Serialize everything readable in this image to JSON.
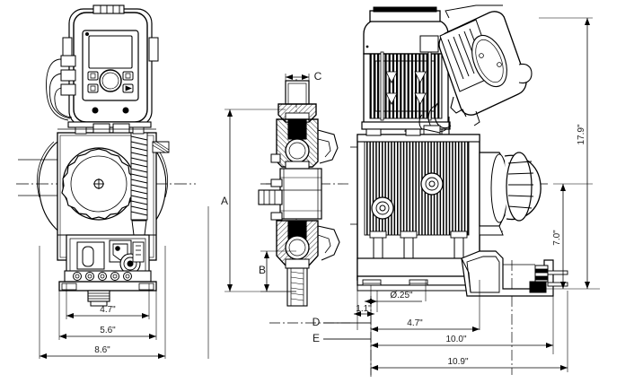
{
  "drawing": {
    "title": "Metering Pump Dimensional Drawing",
    "type": "orthographic-technical-drawing",
    "views": [
      {
        "name": "front-view",
        "position": "left"
      },
      {
        "name": "section-view",
        "position": "center"
      },
      {
        "name": "side-view",
        "position": "right"
      }
    ],
    "line_color": "#000000",
    "text_color": "#1b1b1b",
    "background": "#ffffff"
  },
  "dimensions": {
    "front_view": [
      {
        "id": "front-dim-1",
        "label": "4.7\"",
        "orientation": "horizontal"
      },
      {
        "id": "front-dim-2",
        "label": "5.6\"",
        "orientation": "horizontal"
      },
      {
        "id": "front-dim-3",
        "label": "8.6\"",
        "orientation": "horizontal"
      }
    ],
    "section_view": [
      {
        "id": "section-dim-a",
        "label": "A",
        "orientation": "vertical"
      },
      {
        "id": "section-dim-b",
        "label": "B",
        "orientation": "vertical"
      },
      {
        "id": "section-dim-c",
        "label": "C",
        "orientation": "horizontal"
      }
    ],
    "side_view": [
      {
        "id": "side-dim-height-total",
        "label": "17.9\"",
        "orientation": "vertical-rotated"
      },
      {
        "id": "side-dim-height-mid",
        "label": "7.0\"",
        "orientation": "vertical-rotated"
      },
      {
        "id": "side-dim-hole",
        "label": "Ø.25\"",
        "orientation": "horizontal"
      },
      {
        "id": "side-dim-small",
        "label": "1.1\"",
        "orientation": "horizontal"
      },
      {
        "id": "side-dim-d",
        "label": "D",
        "orientation": "horizontal"
      },
      {
        "id": "side-dim-e",
        "label": "E",
        "orientation": "horizontal"
      },
      {
        "id": "side-dim-base",
        "label": "4.7\"",
        "orientation": "horizontal"
      },
      {
        "id": "side-dim-10",
        "label": "10.0\"",
        "orientation": "horizontal"
      },
      {
        "id": "side-dim-109",
        "label": "10.9\"",
        "orientation": "horizontal"
      }
    ]
  },
  "labels": {
    "a": "A",
    "b": "B",
    "c": "C",
    "d": "D",
    "e": "E",
    "v4_7": "4.7\"",
    "v5_6": "5.6\"",
    "v8_6": "8.6\"",
    "v17_9": "17.9\"",
    "v7_0": "7.0\"",
    "vdia25": "Ø.25\"",
    "v1_1": "1.1\"",
    "v4_7b": "4.7\"",
    "v10_0": "10.0\"",
    "v10_9": "10.9\""
  }
}
